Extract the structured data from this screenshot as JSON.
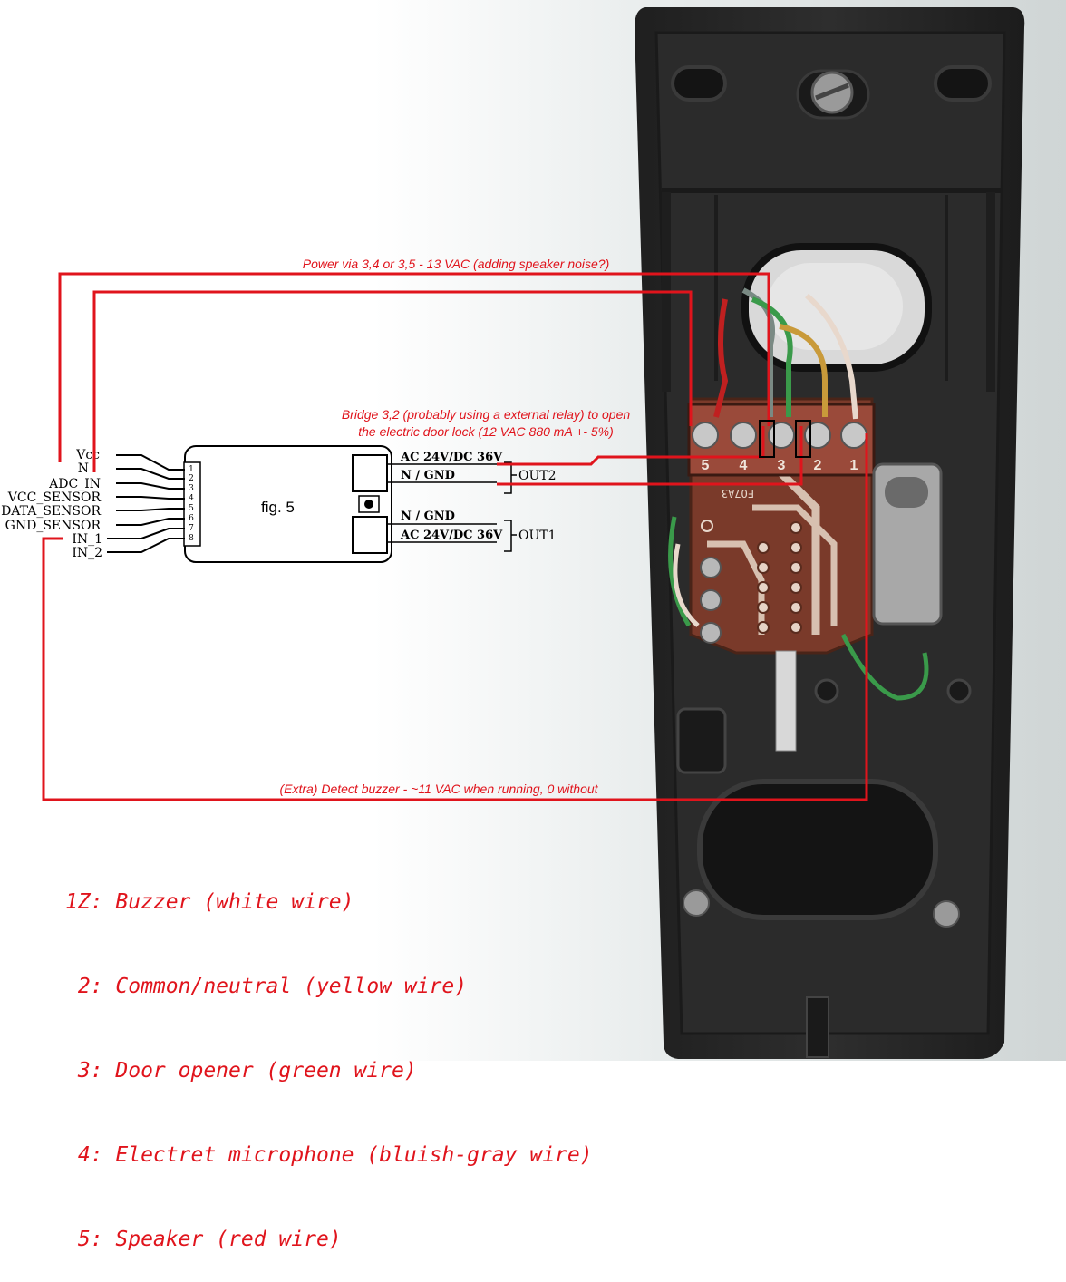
{
  "annotations": {
    "power": "Power via 3,4 or 3,5 - 13 VAC (adding speaker noise?)",
    "bridge_line1": "Bridge 3,2 (probably using a external relay) to open",
    "bridge_line2": "the electric door lock  (12 VAC 880 mA +- 5%)",
    "buzzer": "(Extra) Detect buzzer - ~11 VAC when running, 0 without"
  },
  "module": {
    "figure_label": "fig. 5",
    "pin_labels": [
      "Vcc",
      "N",
      "ADC_IN",
      "VCC_SENSOR",
      "DATA_SENSOR",
      "GND_SENSOR",
      "IN_1",
      "IN_2"
    ],
    "pin_numbers": [
      "1",
      "2",
      "3",
      "4",
      "5",
      "6",
      "7",
      "8"
    ],
    "out2": {
      "label": "OUT2",
      "line1": "AC 24V/DC 36V",
      "line2": "N / GND"
    },
    "out1": {
      "label": "OUT1",
      "line1": "N / GND",
      "line2": "AC 24V/DC 36V"
    }
  },
  "terminal_block": {
    "numbers": [
      "5",
      "4",
      "3",
      "2",
      "1"
    ],
    "pcb_marking": "EO7A3"
  },
  "legend": [
    "1Z: Buzzer (white wire)",
    " 2: Common/neutral (yellow wire)",
    " 3: Door opener (green wire)",
    " 4: Electret microphone (bluish-gray wire)",
    " 5: Speaker (red wire)"
  ],
  "colors": {
    "annotation_red": "#e0141c",
    "wire_white": "#e8d8cc",
    "wire_yellow": "#c99a3a",
    "wire_green": "#3a9a4a",
    "wire_gray": "#7a8a84",
    "wire_red": "#c02020",
    "housing": "#262626",
    "pcb": "#7a3a2a"
  }
}
